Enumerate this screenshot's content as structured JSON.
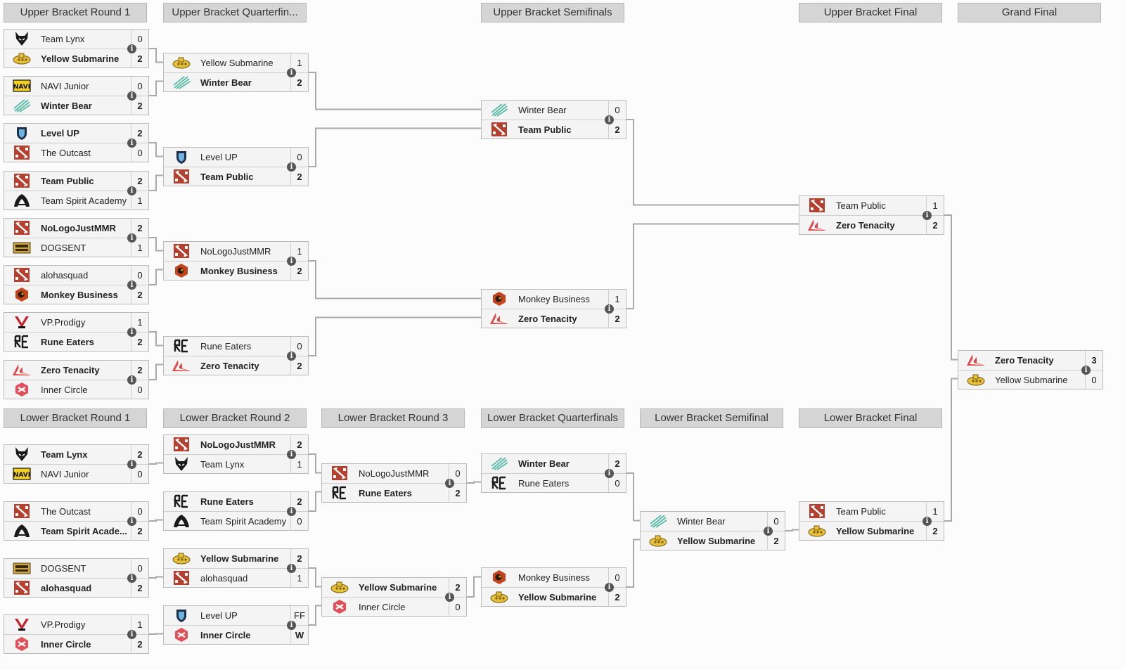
{
  "round_headers": [
    {
      "id": "ubr1",
      "label": "Upper Bracket Round 1"
    },
    {
      "id": "ubqf",
      "label": "Upper Bracket Quarterfin..."
    },
    {
      "id": "ubsf",
      "label": "Upper Bracket Semifinals"
    },
    {
      "id": "ubf",
      "label": "Upper Bracket Final"
    },
    {
      "id": "gf",
      "label": "Grand Final"
    },
    {
      "id": "lbr1",
      "label": "Lower Bracket Round 1"
    },
    {
      "id": "lbr2",
      "label": "Lower Bracket Round 2"
    },
    {
      "id": "lbr3",
      "label": "Lower Bracket Round 3"
    },
    {
      "id": "lbqf",
      "label": "Lower Bracket Quarterfinals"
    },
    {
      "id": "lbsf",
      "label": "Lower Bracket Semifinal"
    },
    {
      "id": "lbf",
      "label": "Lower Bracket Final"
    }
  ],
  "info_glyph": "i",
  "matches": [
    {
      "id": "ub1-1",
      "teams": [
        {
          "name": "Team Lynx",
          "logo": "lynx",
          "score": "0",
          "win": false
        },
        {
          "name": "Yellow Submarine",
          "logo": "ysub",
          "score": "2",
          "win": true
        }
      ]
    },
    {
      "id": "ub1-2",
      "teams": [
        {
          "name": "NAVI Junior",
          "logo": "navi",
          "score": "0",
          "win": false
        },
        {
          "name": "Winter Bear",
          "logo": "wbear",
          "score": "2",
          "win": true
        }
      ]
    },
    {
      "id": "ub1-3",
      "teams": [
        {
          "name": "Level UP",
          "logo": "levelup",
          "score": "2",
          "win": true
        },
        {
          "name": "The Outcast",
          "logo": "dota",
          "score": "0",
          "win": false
        }
      ]
    },
    {
      "id": "ub1-4",
      "teams": [
        {
          "name": "Team Public",
          "logo": "dota",
          "score": "2",
          "win": true
        },
        {
          "name": "Team Spirit Academy",
          "logo": "spirit",
          "score": "1",
          "win": false
        }
      ]
    },
    {
      "id": "ub1-5",
      "teams": [
        {
          "name": "NoLogoJustMMR",
          "logo": "dota",
          "score": "2",
          "win": true
        },
        {
          "name": "DOGSENT",
          "logo": "dogsent",
          "score": "1",
          "win": false
        }
      ]
    },
    {
      "id": "ub1-6",
      "teams": [
        {
          "name": "alohasquad",
          "logo": "dota",
          "score": "0",
          "win": false
        },
        {
          "name": "Monkey Business",
          "logo": "monkey",
          "score": "2",
          "win": true
        }
      ]
    },
    {
      "id": "ub1-7",
      "teams": [
        {
          "name": "VP.Prodigy",
          "logo": "vp",
          "score": "1",
          "win": false
        },
        {
          "name": "Rune Eaters",
          "logo": "rune",
          "score": "2",
          "win": true
        }
      ]
    },
    {
      "id": "ub1-8",
      "teams": [
        {
          "name": "Zero Tenacity",
          "logo": "zero",
          "score": "2",
          "win": true
        },
        {
          "name": "Inner Circle",
          "logo": "inner",
          "score": "0",
          "win": false
        }
      ]
    },
    {
      "id": "ubqf-1",
      "teams": [
        {
          "name": "Yellow Submarine",
          "logo": "ysub",
          "score": "1",
          "win": false
        },
        {
          "name": "Winter Bear",
          "logo": "wbear",
          "score": "2",
          "win": true
        }
      ]
    },
    {
      "id": "ubqf-2",
      "teams": [
        {
          "name": "Level UP",
          "logo": "levelup",
          "score": "0",
          "win": false
        },
        {
          "name": "Team Public",
          "logo": "dota",
          "score": "2",
          "win": true
        }
      ]
    },
    {
      "id": "ubqf-3",
      "teams": [
        {
          "name": "NoLogoJustMMR",
          "logo": "dota",
          "score": "1",
          "win": false
        },
        {
          "name": "Monkey Business",
          "logo": "monkey",
          "score": "2",
          "win": true
        }
      ]
    },
    {
      "id": "ubqf-4",
      "teams": [
        {
          "name": "Rune Eaters",
          "logo": "rune",
          "score": "0",
          "win": false
        },
        {
          "name": "Zero Tenacity",
          "logo": "zero",
          "score": "2",
          "win": true
        }
      ]
    },
    {
      "id": "ubsf-1",
      "teams": [
        {
          "name": "Winter Bear",
          "logo": "wbear",
          "score": "0",
          "win": false
        },
        {
          "name": "Team Public",
          "logo": "dota",
          "score": "2",
          "win": true
        }
      ]
    },
    {
      "id": "ubsf-2",
      "teams": [
        {
          "name": "Monkey Business",
          "logo": "monkey",
          "score": "1",
          "win": false
        },
        {
          "name": "Zero Tenacity",
          "logo": "zero",
          "score": "2",
          "win": true
        }
      ]
    },
    {
      "id": "ubf",
      "teams": [
        {
          "name": "Team Public",
          "logo": "dota",
          "score": "1",
          "win": false
        },
        {
          "name": "Zero Tenacity",
          "logo": "zero",
          "score": "2",
          "win": true
        }
      ]
    },
    {
      "id": "gf",
      "teams": [
        {
          "name": "Zero Tenacity",
          "logo": "zero",
          "score": "3",
          "win": true
        },
        {
          "name": "Yellow Submarine",
          "logo": "ysub",
          "score": "0",
          "win": false
        }
      ]
    },
    {
      "id": "lb1-1",
      "teams": [
        {
          "name": "Team Lynx",
          "logo": "lynx",
          "score": "2",
          "win": true
        },
        {
          "name": "NAVI Junior",
          "logo": "navi",
          "score": "0",
          "win": false
        }
      ]
    },
    {
      "id": "lb1-2",
      "teams": [
        {
          "name": "The Outcast",
          "logo": "dota",
          "score": "0",
          "win": false
        },
        {
          "name": "Team Spirit Acade...",
          "logo": "spirit",
          "score": "2",
          "win": true
        }
      ]
    },
    {
      "id": "lb1-3",
      "teams": [
        {
          "name": "DOGSENT",
          "logo": "dogsent",
          "score": "0",
          "win": false
        },
        {
          "name": "alohasquad",
          "logo": "dota",
          "score": "2",
          "win": true
        }
      ]
    },
    {
      "id": "lb1-4",
      "teams": [
        {
          "name": "VP.Prodigy",
          "logo": "vp",
          "score": "1",
          "win": false
        },
        {
          "name": "Inner Circle",
          "logo": "inner",
          "score": "2",
          "win": true
        }
      ]
    },
    {
      "id": "lb2-1",
      "teams": [
        {
          "name": "NoLogoJustMMR",
          "logo": "dota",
          "score": "2",
          "win": true
        },
        {
          "name": "Team Lynx",
          "logo": "lynx",
          "score": "1",
          "win": false
        }
      ]
    },
    {
      "id": "lb2-2",
      "teams": [
        {
          "name": "Rune Eaters",
          "logo": "rune",
          "score": "2",
          "win": true
        },
        {
          "name": "Team Spirit Academy",
          "logo": "spirit",
          "score": "0",
          "win": false
        }
      ]
    },
    {
      "id": "lb2-3",
      "teams": [
        {
          "name": "Yellow Submarine",
          "logo": "ysub",
          "score": "2",
          "win": true
        },
        {
          "name": "alohasquad",
          "logo": "dota",
          "score": "1",
          "win": false
        }
      ]
    },
    {
      "id": "lb2-4",
      "teams": [
        {
          "name": "Level UP",
          "logo": "levelup",
          "score": "FF",
          "win": false
        },
        {
          "name": "Inner Circle",
          "logo": "inner",
          "score": "W",
          "win": true
        }
      ]
    },
    {
      "id": "lb3-1",
      "teams": [
        {
          "name": "NoLogoJustMMR",
          "logo": "dota",
          "score": "0",
          "win": false
        },
        {
          "name": "Rune Eaters",
          "logo": "rune",
          "score": "2",
          "win": true
        }
      ]
    },
    {
      "id": "lb3-2",
      "teams": [
        {
          "name": "Yellow Submarine",
          "logo": "ysub",
          "score": "2",
          "win": true
        },
        {
          "name": "Inner Circle",
          "logo": "inner",
          "score": "0",
          "win": false
        }
      ]
    },
    {
      "id": "lbqf-1",
      "teams": [
        {
          "name": "Winter Bear",
          "logo": "wbear",
          "score": "2",
          "win": true
        },
        {
          "name": "Rune Eaters",
          "logo": "rune",
          "score": "0",
          "win": false
        }
      ]
    },
    {
      "id": "lbqf-2",
      "teams": [
        {
          "name": "Monkey Business",
          "logo": "monkey",
          "score": "0",
          "win": false
        },
        {
          "name": "Yellow Submarine",
          "logo": "ysub",
          "score": "2",
          "win": true
        }
      ]
    },
    {
      "id": "lbsf",
      "teams": [
        {
          "name": "Winter Bear",
          "logo": "wbear",
          "score": "0",
          "win": false
        },
        {
          "name": "Yellow Submarine",
          "logo": "ysub",
          "score": "2",
          "win": true
        }
      ]
    },
    {
      "id": "lbf",
      "teams": [
        {
          "name": "Team Public",
          "logo": "dota",
          "score": "1",
          "win": false
        },
        {
          "name": "Yellow Submarine",
          "logo": "ysub",
          "score": "2",
          "win": true
        }
      ]
    }
  ],
  "colors": {
    "line": "#a9a9a9",
    "header_bg": "#d5d5d5",
    "match_bg": "#f4f4f4",
    "dota_red": "#b5402f",
    "zero_red": "#e04848",
    "ysub_gold": "#e6c03a",
    "wbear_teal": "#5bbba8",
    "inner_red": "#e0505a"
  }
}
